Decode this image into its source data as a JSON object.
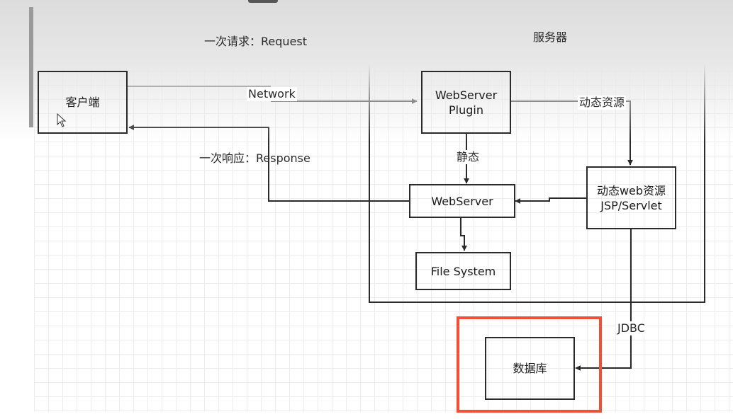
{
  "diagram": {
    "server_title": "服务器",
    "request_label": "一次请求：Request",
    "response_label": "一次响应：Response",
    "network_label": "Network",
    "dynamic_resource_label": "动态资源",
    "static_label": "静态",
    "jdbc_label": "JDBC",
    "nodes": {
      "client": "客户端",
      "plugin": "WebServer\nPlugin",
      "webserver": "WebServer",
      "filesystem": "File System",
      "dynamic_web": "动态web资源\nJSP/Servlet",
      "database": "数据库"
    }
  },
  "colors": {
    "line": "#2a2a2a",
    "highlight": "#f0503a",
    "grid": "#ececec"
  }
}
